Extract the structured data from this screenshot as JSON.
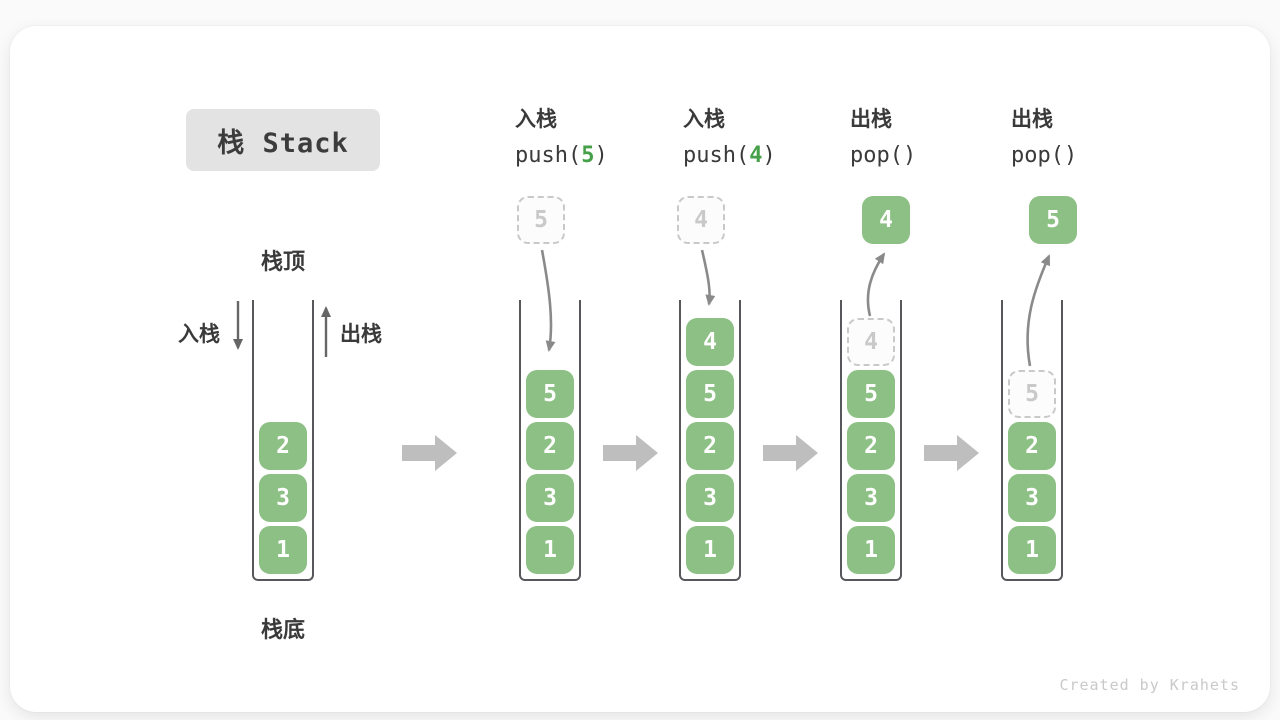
{
  "title": {
    "text": "栈 Stack"
  },
  "annotations": {
    "stack_top": "栈顶",
    "stack_bottom": "栈底",
    "push_side": "入栈",
    "pop_side": "出栈"
  },
  "operations": [
    {
      "name": "入栈",
      "call_pre": "push(",
      "arg": "5",
      "call_post": ")"
    },
    {
      "name": "入栈",
      "call_pre": "push(",
      "arg": "4",
      "call_post": ")"
    },
    {
      "name": "出栈",
      "call_pre": "pop(",
      "arg": "",
      "call_post": ")"
    },
    {
      "name": "出栈",
      "call_pre": "pop(",
      "arg": "",
      "call_post": ")"
    }
  ],
  "floating_boxes": [
    {
      "value": "5",
      "style": "dashed"
    },
    {
      "value": "4",
      "style": "dashed"
    },
    {
      "value": "4",
      "style": "solid"
    },
    {
      "value": "5",
      "style": "solid"
    }
  ],
  "stacks": [
    {
      "items": [
        "2",
        "3",
        "1"
      ]
    },
    {
      "items": [
        "5",
        "2",
        "3",
        "1"
      ]
    },
    {
      "items": [
        "4",
        "5",
        "2",
        "3",
        "1"
      ]
    },
    {
      "items": [
        "4",
        "5",
        "2",
        "3",
        "1"
      ],
      "ghost_index": 0
    },
    {
      "items": [
        "5",
        "2",
        "3",
        "1"
      ],
      "ghost_index": 0
    }
  ],
  "watermark": "Created by Krahets",
  "colors": {
    "item_green": "#8DC084",
    "arg_green": "#46A049",
    "curve_arrow_gray": "#8A8A8A",
    "block_arrow_gray": "#BEBEBE",
    "ghost_gray": "#C9C9C9",
    "title_bg": "#E3E3E3",
    "wall_gray": "#56585C",
    "text_dark": "#3A3A3A"
  }
}
